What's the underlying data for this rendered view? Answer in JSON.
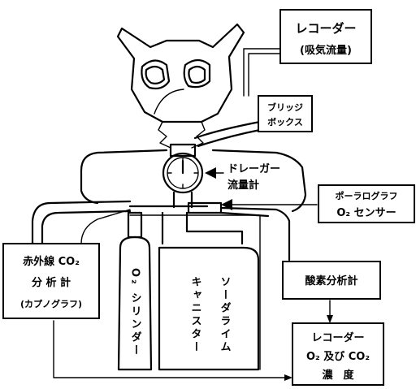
{
  "labels": {
    "recorder_top_line1": "レコーダー",
    "recorder_top_line2": "(吸気流量)",
    "bridge_box_line1": "ブリッジ",
    "bridge_box_line2": "ボックス",
    "drager_line1": "ドレーガー",
    "drager_line2": "流量計",
    "polaro_line1": "ポーラログラフ",
    "polaro_line2": "O₂ センサー",
    "ir_line1": "赤外線 CO₂",
    "ir_line2": "分 析 計",
    "ir_line3": "(カプノグラフ)",
    "oxygen_analyzer": "酸素分析計",
    "recorder_bottom_line1": "レコーダー",
    "recorder_bottom_line2": "O₂ 及び CO₂",
    "recorder_bottom_line3": "濃　度",
    "o2_cylinder": "O₂ シリンダー",
    "soda_lime": "ソーダライム",
    "canister": "キャニスター"
  }
}
